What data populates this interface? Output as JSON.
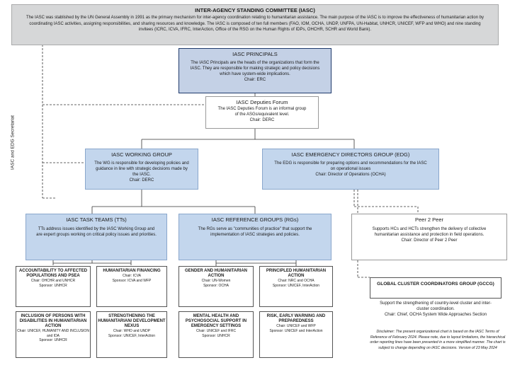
{
  "header": {
    "title": "INTER-AGENCY STANDING COMMITTEE (IASC)",
    "description": "The IASC was stablished by the UN General Assembly in 1991 as the primary mechanism for inter-agency coordination relating to humanitarian assistance. The main purpose of the IASC is to improve the effectiveness of humanitarian action by coordinating IASC activities, assigning responsibilities, and sharing resources and knowledge. The IASC is composed of ten full members (FAO, IOM, OCHA, UNDP, UNFPA, UN-Habitat, UNHCR, UNICEF, WFP and WHO) and nine standing invitees (ICRC, ICVA, IFRC, InterAction, Office of the RSG on the Human Rights of IDPs, OHCHR, SCHR and World Bank)."
  },
  "side_label": "IASC and EDG Secretariat",
  "principals": {
    "title": "IASC PRINCIPALS",
    "body": "The IASC Principals are the heads of the organizations that form the IASC. They are responsible for making strategic and policy decisions which have system-wide implications.",
    "chair": "Chair: ERC"
  },
  "deputies": {
    "title": "IASC Deputies Forum",
    "body": "The IASC Deputies Forum is an informal group of the ASGs/equivalent level.",
    "chair": "Chair: DERC"
  },
  "working_group": {
    "title": "IASC WORKING GROUP",
    "body": "The WG is responsible for developing policies and guidance in line with strategic decisions made by the IASC.",
    "chair": "Chair: DERC"
  },
  "edg": {
    "title": "IASC EMERGENCY DIRECTORS GROUP (EDG)",
    "body": "The EDG is responsible for preparing options and recommendations for the IASC on operational issues",
    "chair": "Chair: Director of Operations (OCHA)"
  },
  "task_teams": {
    "title": "IASC TASK TEAMS (TTs)",
    "body": "TTs address issues identified by the IASC Working Group and are expert groups working on critical policy issues and priorities."
  },
  "reference_groups": {
    "title": "IASC REFERENCE GROUPS (RGs)",
    "body": "The RGs serve as \"communities of practice\" that support the implementation of IASC strategies and policies."
  },
  "peer2peer": {
    "title": "Peer 2 Peer",
    "body": "Supports HCs and HCTs strengthen the delivery of collective humanitarian assistance and protection in field operations.",
    "chair": "Chair: Director of Peer 2 Peer"
  },
  "tt_items": [
    {
      "title": "ACCOUNTABILITY TO AFFECTED POPULATIONS AND PSEA",
      "sub": "Chair: OHCHR and UNHCR",
      "sponsor": "Sponsor: UNHCR"
    },
    {
      "title": "HUMANITARIAN FINANCING",
      "sub": "Chair: ICVA",
      "sponsor": "Sponsor: ICVA and WFP"
    },
    {
      "title": "INCLUSION OF PERSONS WITH DISABILITIES IN HUMANITARIAN ACTION",
      "sub": "Chair: UNICEF, HUMANITY AND INCLUSION and IDA",
      "sponsor": "Sponsor: UNHCR"
    },
    {
      "title": "STRENGTHENING THE HUMANITARIAN/ DEVELOPMENT NEXUS",
      "sub": "Chair: WHO and UNDP",
      "sponsor": "Sponsor: UNICEF, InterAction"
    }
  ],
  "rg_items": [
    {
      "title": "GENDER AND HUMANITARIAN ACTION",
      "sub": "Chair: UN-Women",
      "sponsor": "Sponsor: OCHA"
    },
    {
      "title": "PRINCIPLED HUMANITARIAN ACTION",
      "sub": "Chair: NRC and OCHA",
      "sponsor": "Sponsor: UNICEF, InterAction"
    },
    {
      "title": "MENTAL HEALTH AND PSYCHOSOCIAL SUPPORT IN EMERGENCY SETTINGS",
      "sub": "Chair: UNICEF and IFRC",
      "sponsor": "Sponsor: UNHCR"
    },
    {
      "title": "RISK, EARLY WARNING AND PREPAREDNESS",
      "sub": "Chair: UNICEF and WFP",
      "sponsor": "Sponsor: UNICEF and InterAction"
    }
  ],
  "gccg": {
    "title": "GLOBAL CLUSTER COORDINATORS GROUP (GCCG)",
    "body": "Support the strengthening of country-level cluster and inter-cluster coordination.",
    "chair": "Chair: Chief, OCHA System Wide Approaches Section"
  },
  "disclaimer": "Disclaimer: The present organizational chart is based on the IASC Terms of Reference of February 2024. Please note, due to layout limitations, the hierarchical order reporting lines have been presented in a more simplified manner. The chart is subject to change depending on IASC decisions. Version of 23 May 2024"
}
